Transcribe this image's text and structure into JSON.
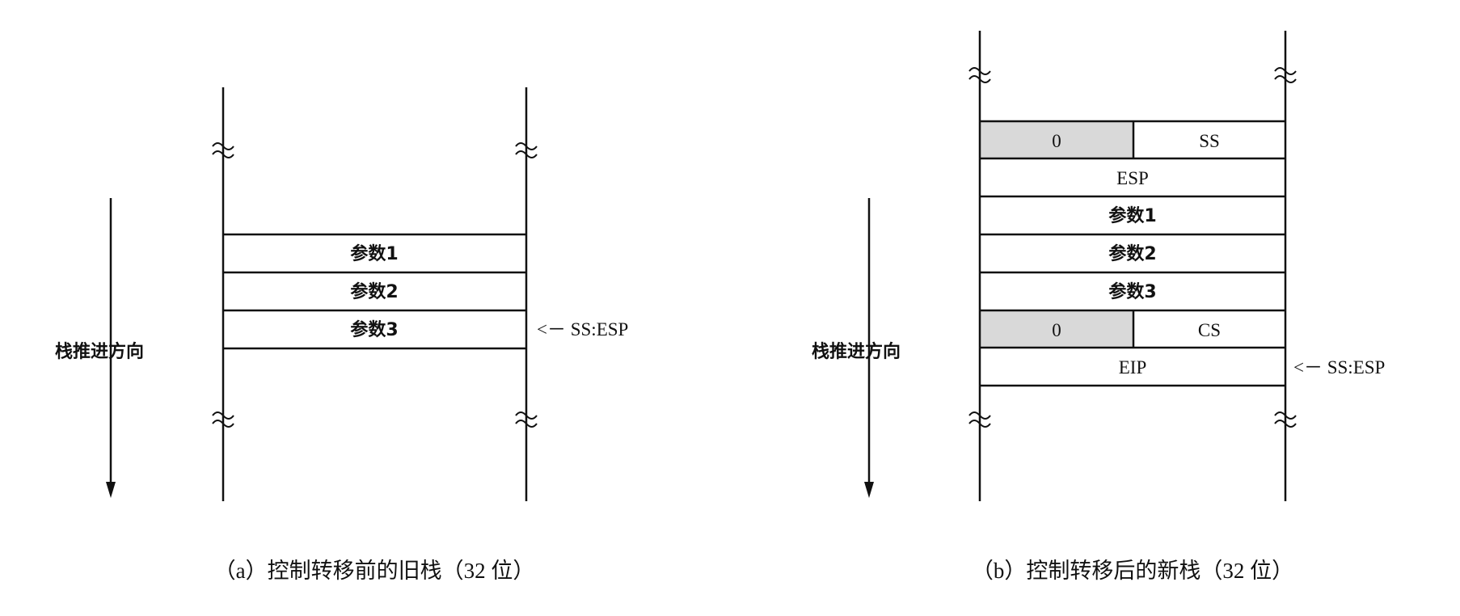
{
  "colors": {
    "line": "#111111",
    "shaded": "#d9d9d9",
    "background": "#ffffff"
  },
  "icons": {
    "break": "double-wave-break-icon",
    "arrow": "arrow-down-icon"
  },
  "old_stack": {
    "direction_label": "栈推进方向",
    "rows": [
      {
        "label": "参数1"
      },
      {
        "label": "参数2"
      },
      {
        "label": "参数3"
      }
    ],
    "pointer": "<－ SS:ESP",
    "caption": "（a）控制转移前的旧栈（32 位）"
  },
  "new_stack": {
    "direction_label": "栈推进方向",
    "rows": [
      {
        "left": "0",
        "right": "SS",
        "split": true
      },
      {
        "label": "ESP"
      },
      {
        "label": "参数1"
      },
      {
        "label": "参数2"
      },
      {
        "label": "参数3"
      },
      {
        "left": "0",
        "right": "CS",
        "split": true
      },
      {
        "label": "EIP"
      }
    ],
    "pointer": "<－ SS:ESP",
    "caption": "（b）控制转移后的新栈（32 位）"
  }
}
